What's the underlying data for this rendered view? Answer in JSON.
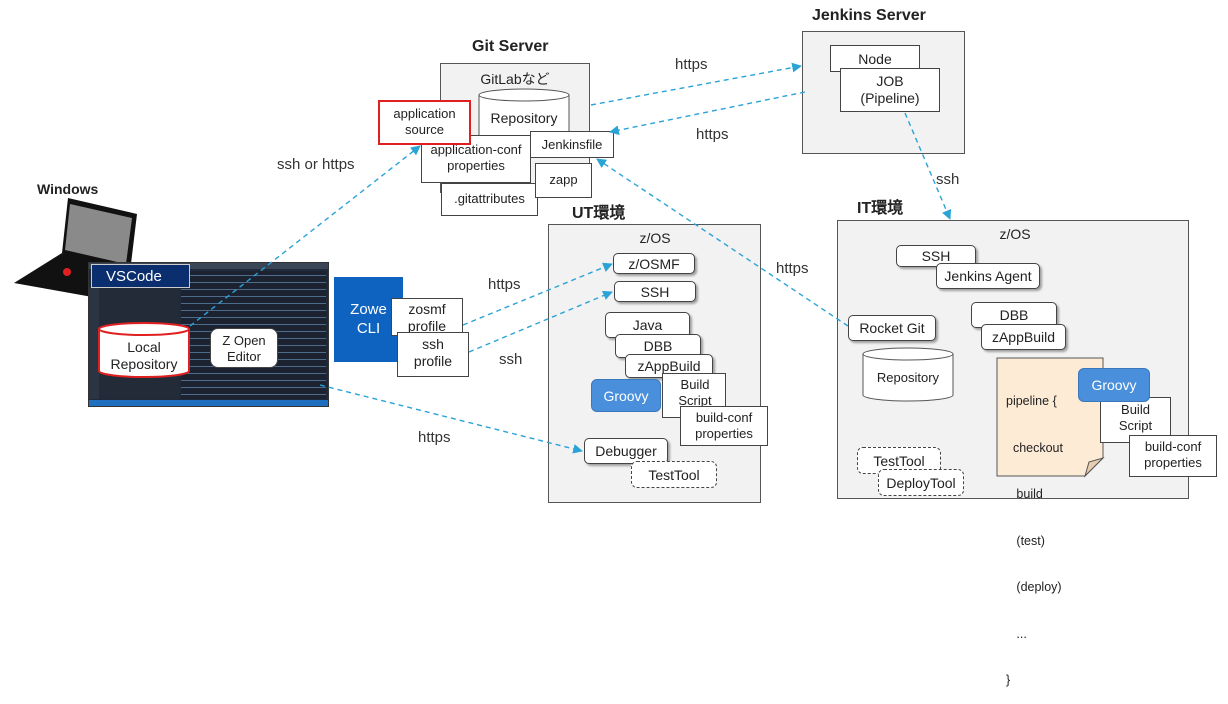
{
  "git_server": {
    "title": "Git Server",
    "gitlab_label": "GitLabなど",
    "repository": "Repository",
    "application_source": [
      "application",
      "source"
    ],
    "app_conf": [
      "application-conf",
      "properties"
    ],
    "jenkinsfile": "Jenkinsfile",
    "zapp": "zapp",
    "gitattributes": ".gitattributes"
  },
  "jenkins_server": {
    "title": "Jenkins Server",
    "node": "Node",
    "job": [
      "JOB",
      "(Pipeline)"
    ]
  },
  "windows": {
    "title": "Windows",
    "vscode": "VSCode",
    "local_repository": [
      "Local",
      "Repository"
    ],
    "z_open_editor": [
      "Z Open",
      "Editor"
    ],
    "zowe_cli": [
      "Zowe",
      "CLI"
    ],
    "zosmf_profile": [
      "zosmf",
      "profile"
    ],
    "ssh_profile": [
      "ssh",
      "profile"
    ]
  },
  "ut": {
    "title": "UT環境",
    "zos": "z/OS",
    "zosmf": "z/OSMF",
    "ssh": "SSH",
    "java": "Java",
    "dbb": "DBB",
    "zappbuild": "zAppBuild",
    "groovy": "Groovy",
    "build_script": [
      "Build",
      "Script"
    ],
    "build_conf": [
      "build-conf",
      "properties"
    ],
    "debugger": "Debugger",
    "testtool": "TestTool"
  },
  "it": {
    "title": "IT環境",
    "zos": "z/OS",
    "ssh": "SSH",
    "jenkins_agent": "Jenkins Agent",
    "dbb": "DBB",
    "zappbuild": "zAppBuild",
    "rocket_git": "Rocket Git",
    "repository": "Repository",
    "pipeline_lines": [
      "pipeline {",
      "  checkout",
      "   build",
      "   (test)",
      "   (deploy)",
      "   ...",
      "}"
    ],
    "groovy": "Groovy",
    "build_script": [
      "Build",
      "Script"
    ],
    "build_conf": [
      "build-conf",
      "properties"
    ],
    "testtool": "TestTool",
    "deploytool": "DeployTool"
  },
  "connections": {
    "https_git_jenkins": "https",
    "https_jenkins_git": "https",
    "ssh_or_https": "ssh or https",
    "ssh_jenkins_it": "ssh",
    "https_zosmf": "https",
    "ssh_ut": "ssh",
    "https_rocket": "https",
    "https_debugger": "https"
  },
  "colors": {
    "arrow": "#2aa3d6",
    "region_fill": "#f2f2f2",
    "groovy_fill": "#4a8fdc",
    "zowe_fill": "#0d63bf",
    "vscode_title_fill": "#0a2e6e",
    "highlight_red": "#e02020",
    "pipeline_note_fill": "#fdebd6"
  }
}
